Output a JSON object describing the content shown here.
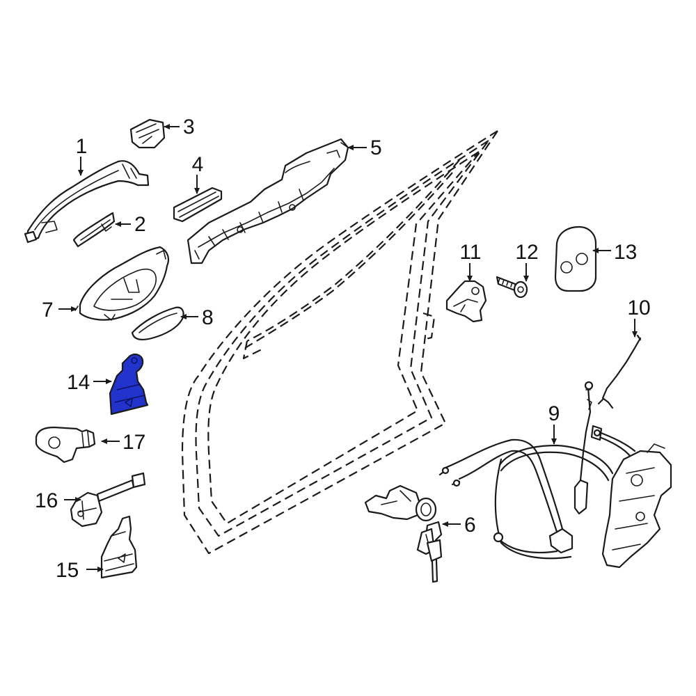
{
  "highlight_color": "#2233cc",
  "callouts": [
    {
      "id": "1",
      "label": "1"
    },
    {
      "id": "2",
      "label": "2"
    },
    {
      "id": "3",
      "label": "3"
    },
    {
      "id": "4",
      "label": "4"
    },
    {
      "id": "5",
      "label": "5"
    },
    {
      "id": "6",
      "label": "6"
    },
    {
      "id": "7",
      "label": "7"
    },
    {
      "id": "8",
      "label": "8"
    },
    {
      "id": "9",
      "label": "9"
    },
    {
      "id": "10",
      "label": "10"
    },
    {
      "id": "11",
      "label": "11"
    },
    {
      "id": "12",
      "label": "12"
    },
    {
      "id": "13",
      "label": "13"
    },
    {
      "id": "14",
      "label": "14"
    },
    {
      "id": "15",
      "label": "15"
    },
    {
      "id": "16",
      "label": "16"
    },
    {
      "id": "17",
      "label": "17"
    }
  ],
  "highlighted_part": "14"
}
